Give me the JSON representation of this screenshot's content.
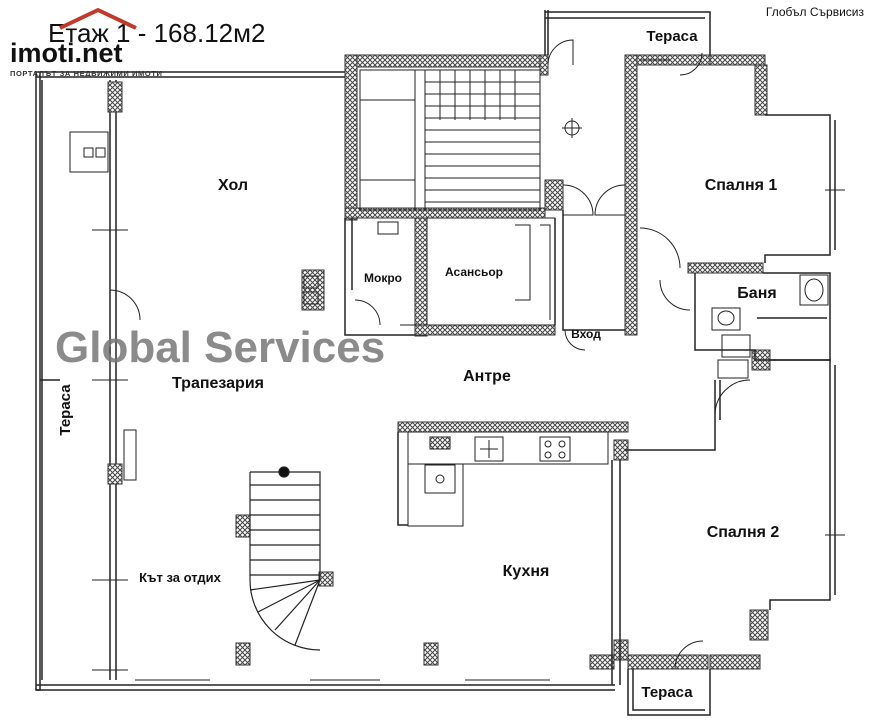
{
  "header": {
    "title": "Етаж 1 - 168.12м2",
    "company_top_right": "Глобъл Сървисиз"
  },
  "logo": {
    "brand": "imoti.net",
    "tagline": "ПОРТАЛЪТ ЗА НЕДВИЖИМИ ИМОТИ"
  },
  "watermark": "Global Services",
  "rooms": {
    "hol": "Хол",
    "trapezaria": "Трапезария",
    "kat_za_otdih": "Кът за отдих",
    "mokro": "Мокро",
    "asansor": "Асансьор",
    "vhod": "Вход",
    "antre": "Антре",
    "kuhnya": "Кухня",
    "spalnya1": "Спалня 1",
    "spalnya2": "Спалня 2",
    "banya": "Баня",
    "terasa_top": "Тераса",
    "terasa_bottom": "Тераса",
    "terasa_left": "Тераса"
  },
  "colors": {
    "wall": "#555555",
    "logo_red": "#c0392b",
    "watermark": "#7a7a7a"
  }
}
